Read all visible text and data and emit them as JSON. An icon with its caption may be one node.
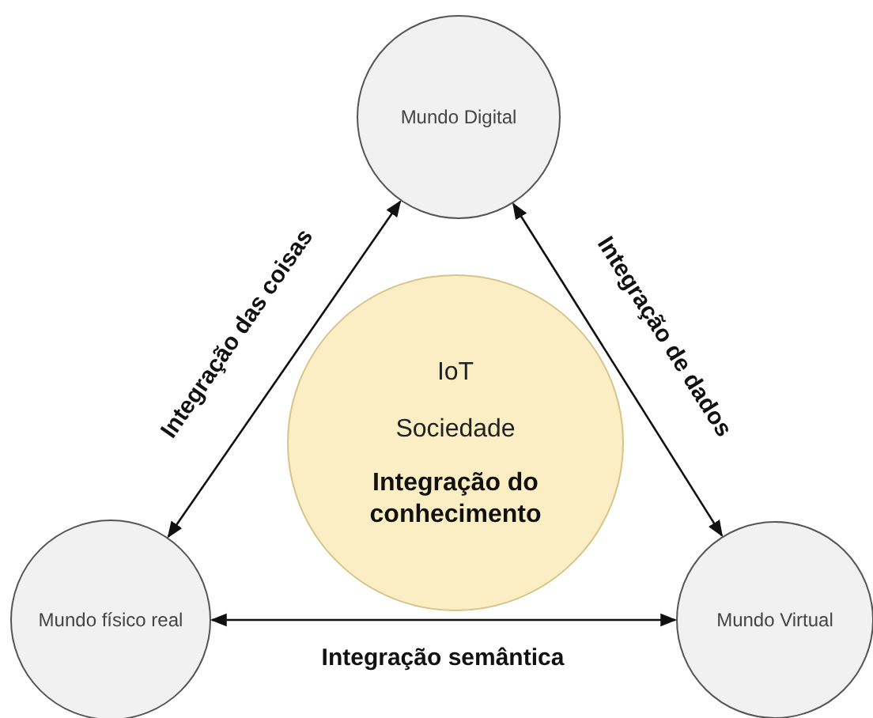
{
  "diagram": {
    "nodes": [
      {
        "text": [
          "Mundo Digital"
        ]
      },
      {
        "text": [
          "IoT",
          "Sociedade",
          "Integração do conhecimento"
        ]
      },
      {
        "text": [
          "Mundo físico real"
        ]
      },
      {
        "text": [
          "Mundo Virtual"
        ]
      }
    ],
    "edges": [
      {
        "from": 2,
        "to": 0,
        "arrow": "both",
        "label": "Integração das coisas"
      },
      {
        "from": 0,
        "to": 3,
        "arrow": "both",
        "label": "Integração de dados"
      },
      {
        "from": 2,
        "to": 3,
        "arrow": "both",
        "label": "Integração semântica"
      }
    ]
  }
}
